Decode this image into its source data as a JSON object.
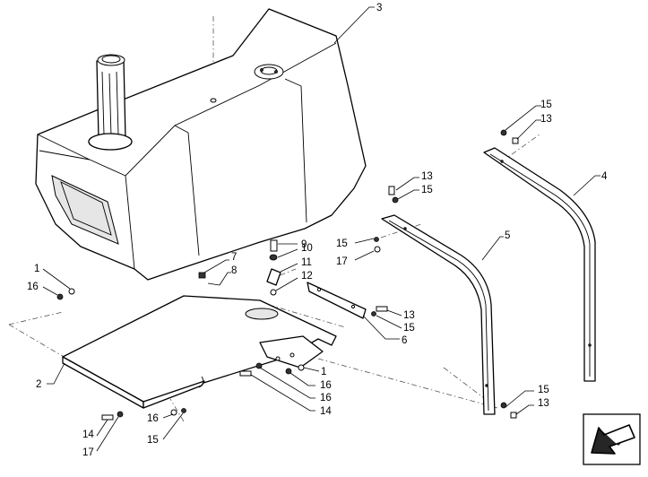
{
  "callouts": [
    {
      "id": "c3",
      "text": "3"
    },
    {
      "id": "c15a",
      "text": "15"
    },
    {
      "id": "c13a",
      "text": "13"
    },
    {
      "id": "c4",
      "text": "4"
    },
    {
      "id": "c13b",
      "text": "13"
    },
    {
      "id": "c15b",
      "text": "15"
    },
    {
      "id": "c5",
      "text": "5"
    },
    {
      "id": "c15c",
      "text": "15"
    },
    {
      "id": "c17a",
      "text": "17"
    },
    {
      "id": "c9",
      "text": "9"
    },
    {
      "id": "c10",
      "text": "10"
    },
    {
      "id": "c11",
      "text": "11"
    },
    {
      "id": "c12",
      "text": "12"
    },
    {
      "id": "c7",
      "text": "7"
    },
    {
      "id": "c8",
      "text": "8"
    },
    {
      "id": "c1a",
      "text": "1"
    },
    {
      "id": "c16a",
      "text": "16"
    },
    {
      "id": "c13c",
      "text": "13"
    },
    {
      "id": "c15d",
      "text": "15"
    },
    {
      "id": "c6",
      "text": "6"
    },
    {
      "id": "c2",
      "text": "2"
    },
    {
      "id": "c1b",
      "text": "1"
    },
    {
      "id": "c16b",
      "text": "16"
    },
    {
      "id": "c16c",
      "text": "16"
    },
    {
      "id": "c14a",
      "text": "14"
    },
    {
      "id": "c15e",
      "text": "15"
    },
    {
      "id": "c13d",
      "text": "13"
    },
    {
      "id": "c14b",
      "text": "14"
    },
    {
      "id": "c17b",
      "text": "17"
    },
    {
      "id": "c16d",
      "text": "16"
    },
    {
      "id": "c15f",
      "text": "15"
    }
  ],
  "nav": {
    "icon": "arrow-down-left-icon"
  }
}
